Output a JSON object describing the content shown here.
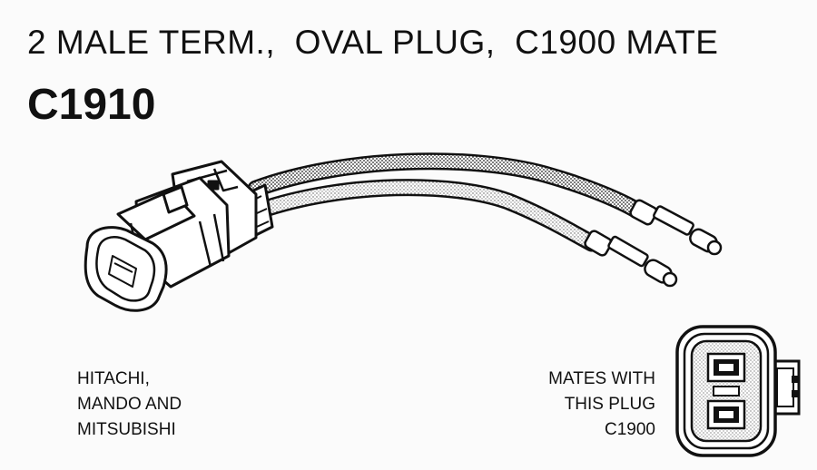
{
  "header": {
    "title": "2 MALE TERM.,  OVAL PLUG,  C1900 MATE",
    "part_number": "C1910"
  },
  "manufacturers": {
    "lines": [
      "HITACHI,",
      "MANDO AND",
      "MITSUBISHI"
    ]
  },
  "mates_with": {
    "lines": [
      "MATES WITH",
      "THIS PLUG",
      "C1900"
    ]
  },
  "icons": {
    "connector": "pigtail-connector-illustration",
    "mating_plug": "mating-plug-face-icon"
  }
}
